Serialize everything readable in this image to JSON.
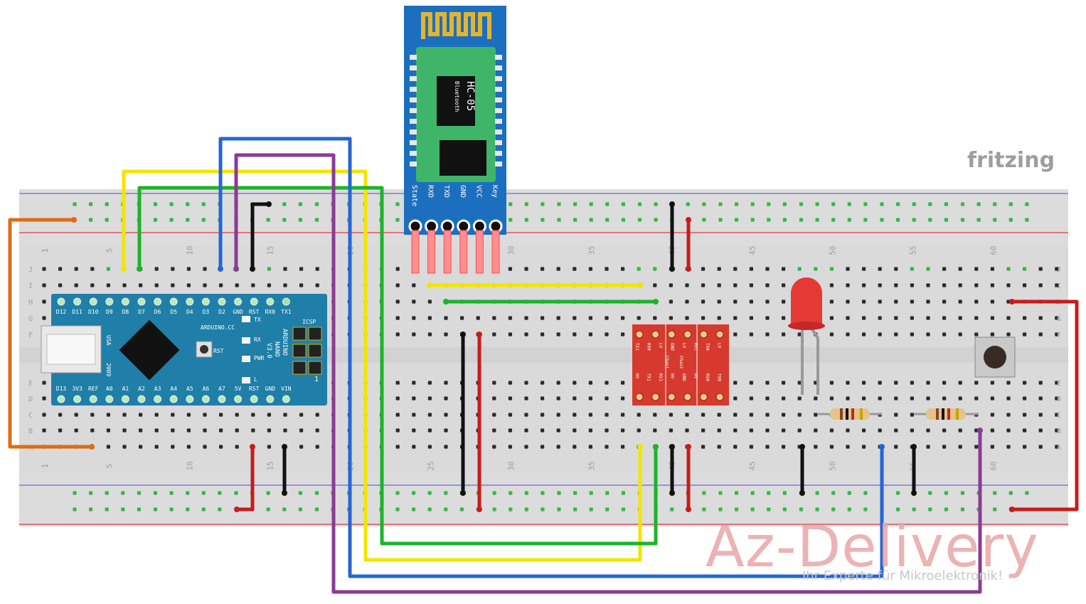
{
  "colors": {
    "breadboard": "#dcdcdc",
    "rail_red": "#e0555a",
    "rail_blue": "#7c7cd8",
    "hole_green": "#37b64c",
    "hole_dark": "#2a2a2a",
    "arduino": "#1f7fa8",
    "hc05": "#1c6fbf",
    "hc05_chip": "#111111",
    "level_shifter": "#d63a2e",
    "led": "#e53935",
    "wire_yellow": "#f2e600",
    "wire_green": "#1db42a",
    "wire_blue": "#2466d6",
    "wire_purple": "#8a3c94",
    "wire_black": "#111111",
    "wire_red": "#c71c1c",
    "wire_orange": "#e06c14"
  },
  "breadboard": {
    "column_numbers": [
      "1",
      "5",
      "10",
      "15",
      "20",
      "25",
      "30",
      "35",
      "40",
      "45",
      "50",
      "55",
      "60"
    ],
    "row_letters_top": [
      "J",
      "I",
      "H",
      "G",
      "F"
    ],
    "row_letters_bottom": [
      "E",
      "D",
      "C",
      "B",
      "A"
    ]
  },
  "hc05": {
    "model": "HC-05",
    "subtitle": "Bluetooth",
    "pins": [
      "State",
      "RXD",
      "TXD",
      "GND",
      "VCC",
      "Key"
    ]
  },
  "arduino": {
    "top_pins": [
      "D12",
      "D11",
      "D10",
      "D9",
      "D8",
      "D7",
      "D6",
      "D5",
      "D4",
      "D3",
      "D2",
      "GND",
      "RST",
      "RX0",
      "TX1"
    ],
    "bottom_pins": [
      "D13",
      "3V3",
      "REF",
      "A0",
      "A1",
      "A2",
      "A3",
      "A4",
      "A5",
      "A6",
      "A7",
      "5V",
      "RST",
      "GND",
      "VIN"
    ],
    "labels": {
      "usa": "USA",
      "model": "ARDUINO",
      "nano": "NANO",
      "version": "V3.0",
      "year": "2009",
      "brand": "ARDUINO.CC",
      "rst": "RST",
      "icsp": "ICSP",
      "tx": "TX",
      "rx": "RX",
      "pwr": "PWR",
      "l": "L",
      "one": "1"
    }
  },
  "level_shifter": {
    "top_labels": [
      "TX1",
      "RX0",
      "LV",
      "GND",
      "LV",
      "RX1",
      "TX0",
      "LV"
    ],
    "bottom_labels": [
      "HV",
      "TX1",
      "RX1",
      "HV",
      "GND",
      "HV",
      "RX0",
      "TX0"
    ],
    "chan_labels": [
      "Chan1",
      "Chan2"
    ]
  },
  "watermarks": {
    "fritzing": "fritzing",
    "company": "Az-Delivery",
    "tagline": "Ihr Experte für Mikroelektronik!"
  }
}
